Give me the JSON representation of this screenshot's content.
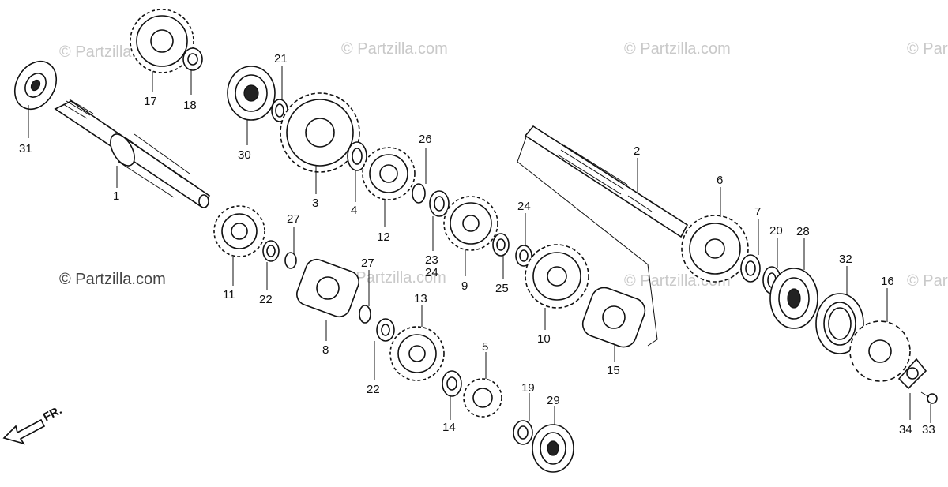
{
  "watermarks": {
    "light": "© Partzilla.com",
    "dark": "© Partzilla.com"
  },
  "front_indicator": "FR.",
  "callouts": [
    "1",
    "2",
    "3",
    "4",
    "5",
    "6",
    "7",
    "8",
    "9",
    "10",
    "11",
    "12",
    "13",
    "14",
    "15",
    "16",
    "17",
    "18",
    "19",
    "20",
    "21",
    "22",
    "22",
    "23",
    "24",
    "24",
    "25",
    "26",
    "27",
    "27",
    "28",
    "29",
    "30",
    "31",
    "32",
    "33",
    "34"
  ]
}
